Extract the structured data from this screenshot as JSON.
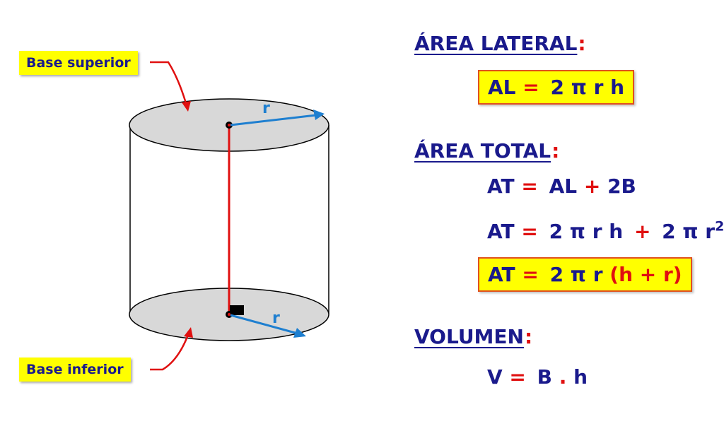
{
  "labels": {
    "base_superior": "Base superior",
    "base_inferior": "Base inferior",
    "radius_top": "r",
    "radius_bottom": "r"
  },
  "area_lateral": {
    "heading": "ÁREA LATERAL",
    "colon": ":",
    "formula_lhs": "AL",
    "formula_eq": "=",
    "formula_rhs": "2 π r h"
  },
  "area_total": {
    "heading": "ÁREA TOTAL",
    "colon": ":",
    "line1": {
      "lhs": "AT",
      "eq": "=",
      "t1": "AL",
      "op": "+",
      "t2": "2B"
    },
    "line2": {
      "lhs": "AT",
      "eq": "=",
      "t1": "2 π r h",
      "op": "+",
      "t2": "2 π r",
      "exp": "2"
    },
    "line3": {
      "lhs": "AT",
      "eq": "=",
      "t1": "2 π r",
      "open": "(",
      "h": "h",
      "op": "+",
      "r": "r",
      "close": ")"
    }
  },
  "volumen": {
    "heading": "VOLUMEN",
    "colon": ":",
    "formula_lhs": "V",
    "formula_eq": "=",
    "t1": "B",
    "op": ".",
    "t2": "h"
  },
  "colors": {
    "navy": "#1a1a8c",
    "red": "#e01010",
    "yellow": "#ffff00",
    "radius_blue": "#1e7fd0",
    "base_fill": "#d8d8d8"
  }
}
